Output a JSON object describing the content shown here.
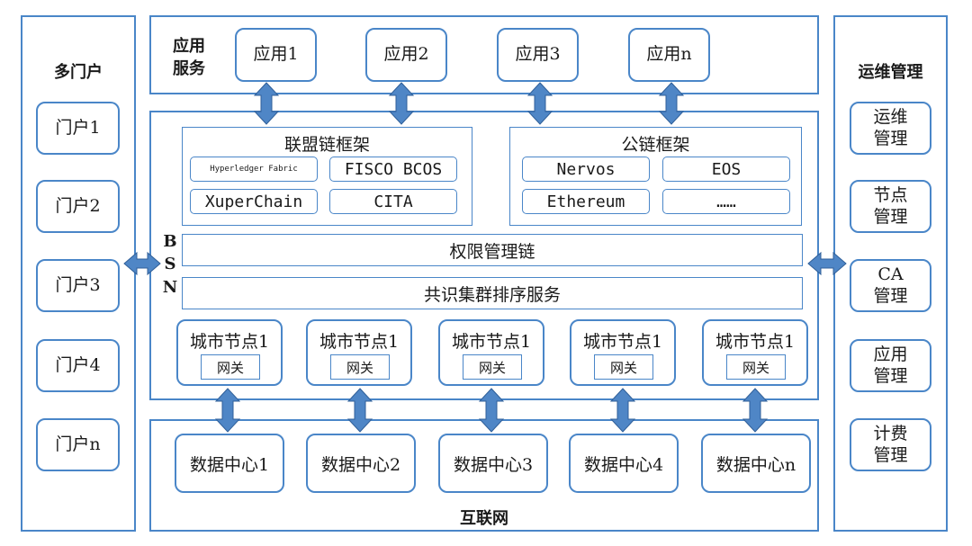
{
  "left_panel": {
    "title": "多门户",
    "portals": [
      "门户1",
      "门户2",
      "门户3",
      "门户4",
      "门户n"
    ]
  },
  "top_panel": {
    "title_line1": "应用",
    "title_line2": "服务",
    "apps": [
      "应用1",
      "应用2",
      "应用3",
      "应用n"
    ]
  },
  "bsn": {
    "letters": [
      "B",
      "S",
      "N"
    ],
    "consortium": {
      "title": "联盟链框架",
      "items": [
        "Hyperledger Fabric",
        "FISCO BCOS",
        "XuperChain",
        "CITA"
      ]
    },
    "public": {
      "title": "公链框架",
      "items": [
        "Nervos",
        "EOS",
        "Ethereum",
        "……"
      ]
    },
    "permission_chain": "权限管理链",
    "consensus": "共识集群排序服务",
    "city_nodes": [
      {
        "label": "城市节点1",
        "gateway": "网关"
      },
      {
        "label": "城市节点1",
        "gateway": "网关"
      },
      {
        "label": "城市节点1",
        "gateway": "网关"
      },
      {
        "label": "城市节点1",
        "gateway": "网关"
      },
      {
        "label": "城市节点1",
        "gateway": "网关"
      }
    ]
  },
  "bottom_panel": {
    "title": "互联网",
    "data_centers": [
      "数据中心1",
      "数据中心2",
      "数据中心3",
      "数据中心4",
      "数据中心n"
    ]
  },
  "right_panel": {
    "title": "运维管理",
    "items": [
      {
        "line1": "运维",
        "line2": "管理"
      },
      {
        "line1": "节点",
        "line2": "管理"
      },
      {
        "line1": "CA",
        "line2": "管理"
      },
      {
        "line1": "应用",
        "line2": "管理"
      },
      {
        "line1": "计费",
        "line2": "管理"
      }
    ]
  },
  "colors": {
    "border": "#4a86c8",
    "arrow_fill": "#4f86c6",
    "arrow_stroke": "#2f5f99"
  }
}
